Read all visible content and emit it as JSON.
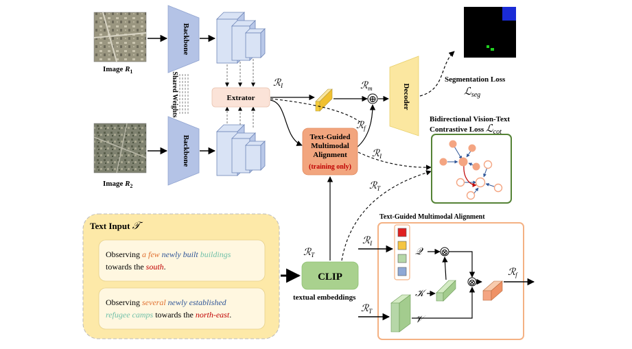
{
  "image1": {
    "label": "Image",
    "symbol": "R",
    "subscript": "1"
  },
  "image2": {
    "label": "Image",
    "symbol": "R",
    "subscript": "2"
  },
  "backbone": {
    "label": "Backbone"
  },
  "shared_weights": "Shared Weights",
  "extractor": {
    "label": "Extrator"
  },
  "decoder": {
    "label": "Decoder"
  },
  "sym_RI": "ℛ",
  "sub_I": "I",
  "sub_m": "m",
  "sub_f": "f",
  "sub_T": "T",
  "oplus": "⊕",
  "otimes": "⊗",
  "segmentation_loss": {
    "title": "Segmentation Loss",
    "symbol": "ℒ",
    "sub": "seg"
  },
  "contrastive_loss": {
    "line1": "Bidirectional Vision-Text",
    "line2": "Contrastive Loss",
    "symbol": "ℒ",
    "sub": "cot"
  },
  "tgma": {
    "line1": "Text-Guided",
    "line2": "Multimodal",
    "line3": "Alignment",
    "line4": "(training only)"
  },
  "text_input": {
    "title": "Text Input",
    "symbol": "𝒯",
    "sentence1": {
      "w1": "Observing",
      "w2": "a few",
      "w3": "newly",
      "w4": "built",
      "w5": "buildings",
      "w6": "towards the",
      "w7": "south",
      "w8": "."
    },
    "sentence2": {
      "w1": "Observing",
      "w2": "several",
      "w3": "newly",
      "w4": "established",
      "w5": "refugee camps",
      "w6": "towards the",
      "w7": "north-east",
      "w8": "."
    }
  },
  "clip": {
    "label": "CLIP"
  },
  "textual_embeddings": "textual embeddings",
  "detail_panel": {
    "title": "Text-Guided Multimodal Alignment",
    "q": "𝒬",
    "k": "𝒦",
    "v": "𝒱"
  },
  "colors": {
    "backbone": "#b4c3e6",
    "encoder_block": "#d9e3f5",
    "extractor": "#fbe3d8",
    "decoder": "#fbe7a0",
    "tgma": "#f2a57e",
    "tgma_red": "#c00000",
    "clip": "#a9d18e",
    "text_panel": "#fde9a8",
    "word_orange": "#e07030",
    "word_blue": "#2f5597",
    "word_green": "#70c0a8",
    "word_red": "#c00000",
    "loss_border": "#548235",
    "detail_border": "#f4b183"
  }
}
